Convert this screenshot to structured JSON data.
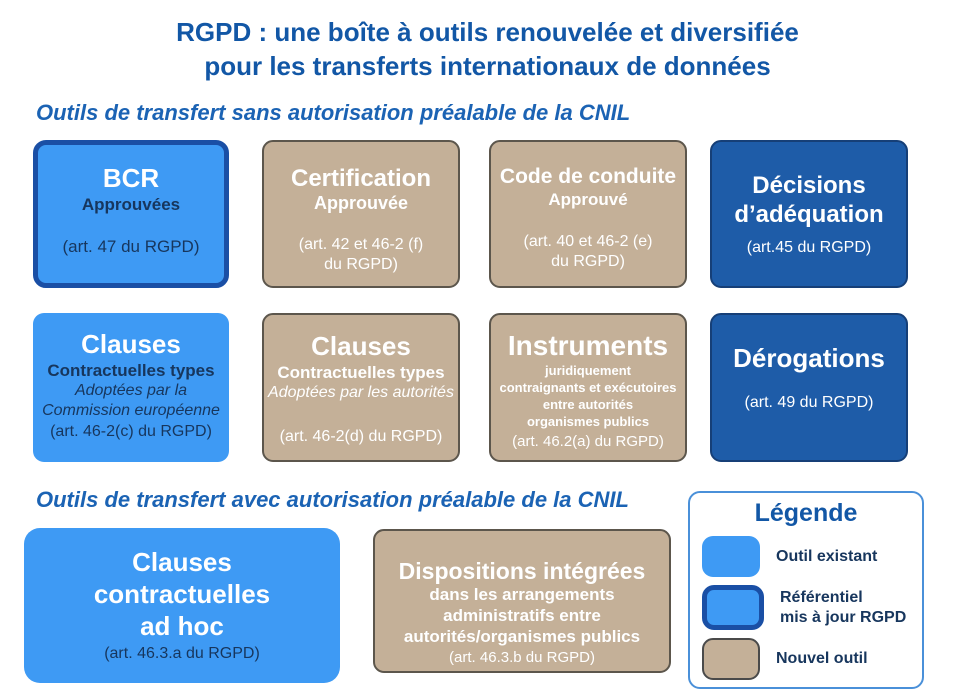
{
  "colors": {
    "bright-blue": "#3E9AF4",
    "dark-blue": "#1E5CA8",
    "dark-blue-border": "#163F77",
    "tan": "#C4B098",
    "tan-border": "#5C564C",
    "sw-new-border": "#4A4A4A",
    "navy": "#17365D",
    "title-blue": "#1257A6",
    "heading-blue": "#1B63B4",
    "updated-border": "#1A4FA5",
    "legend-border": "#4A90D9"
  },
  "title": {
    "text": "RGPD : une boîte à outils renouvelée et diversifiée\npour les transferts internationaux de données"
  },
  "sections": [
    {
      "heading": "Outils de transfert sans autorisation préalable de la CNIL"
    },
    {
      "heading": "Outils de transfert avec autorisation préalable de la CNIL"
    }
  ],
  "boxes": {
    "bcr": {
      "title": "BCR",
      "subtitle": "Approuvées",
      "art": "(art. 47 du RGPD)"
    },
    "certification": {
      "title": "Certification",
      "subtitle": "Approuvée",
      "art": "(art. 42 et 46-2 (f)\ndu RGPD)"
    },
    "code_conduite": {
      "title": "Code de conduite",
      "subtitle": "Approuvé",
      "art": "(art. 40 et 46-2 (e)\ndu RGPD)"
    },
    "decisions": {
      "title": "Décisions\nd’adéquation",
      "art": "(art.45 du RGPD)"
    },
    "clauses_commission": {
      "title": "Clauses",
      "subtitle": "Contractuelles types",
      "detail": "Adoptées par la\nCommission européenne",
      "art": "(art. 46-2(c) du RGPD)"
    },
    "clauses_autorites": {
      "title": "Clauses",
      "subtitle": "Contractuelles types",
      "detail": "Adoptées par les autorités",
      "art": "(art. 46-2(d) du RGPD)"
    },
    "instruments": {
      "title": "Instruments",
      "subtitle": "juridiquement\ncontraignants et exécutoires\nentre autorités\norganismes publics",
      "art": "(art. 46.2(a) du RGPD)"
    },
    "derogations": {
      "title": "Dérogations",
      "art": "(art. 49 du RGPD)"
    },
    "clauses_adhoc": {
      "title": "Clauses\ncontractuelles\nad hoc",
      "art": "(art. 46.3.a du RGPD)"
    },
    "dispositions": {
      "title": "Dispositions intégrées",
      "subtitle": "dans les arrangements\nadministratifs entre\nautorités/organismes publics",
      "art": "(art. 46.3.b du RGPD)"
    }
  },
  "legend": {
    "title": "Légende",
    "items": [
      {
        "label": "Outil existant"
      },
      {
        "label": "Référentiel\nmis à jour RGPD"
      },
      {
        "label": "Nouvel outil"
      }
    ]
  }
}
